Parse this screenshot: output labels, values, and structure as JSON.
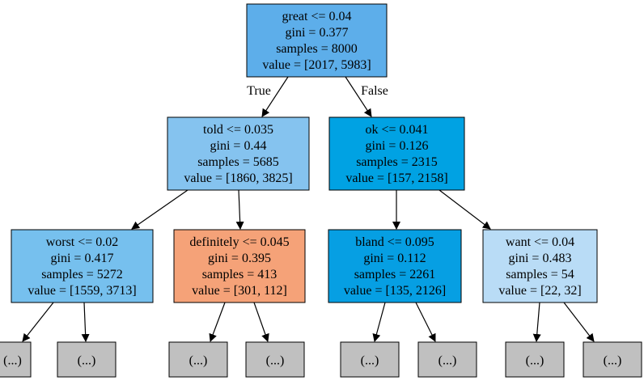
{
  "colors": {
    "stroke": "#000000",
    "leaf_fill": "#c0c0c0"
  },
  "edge_labels": {
    "true_label": "True",
    "false_label": "False"
  },
  "nodes": [
    {
      "id": "root",
      "fill": "#5daeea",
      "lines": [
        "great <= 0.04",
        "gini = 0.377",
        "samples = 8000",
        "value = [2017, 5983]"
      ]
    },
    {
      "id": "told",
      "fill": "#85c3ef",
      "lines": [
        "told <= 0.035",
        "gini = 0.44",
        "samples = 5685",
        "value = [1860, 3825]"
      ]
    },
    {
      "id": "ok",
      "fill": "#00a2e3",
      "lines": [
        "ok <= 0.041",
        "gini = 0.126",
        "samples = 2315",
        "value = [157, 2158]"
      ]
    },
    {
      "id": "worst",
      "fill": "#76c0ee",
      "lines": [
        "worst <= 0.02",
        "gini = 0.417",
        "samples = 5272",
        "value = [1559, 3713]"
      ]
    },
    {
      "id": "definitely",
      "fill": "#f5a278",
      "lines": [
        "definitely <= 0.045",
        "gini = 0.395",
        "samples = 413",
        "value = [301, 112]"
      ]
    },
    {
      "id": "bland",
      "fill": "#069fe3",
      "lines": [
        "bland <= 0.095",
        "gini = 0.112",
        "samples = 2261",
        "value = [135, 2126]"
      ]
    },
    {
      "id": "want",
      "fill": "#b9dcf6",
      "lines": [
        "want <= 0.04",
        "gini = 0.483",
        "samples = 54",
        "value = [22, 32]"
      ]
    }
  ],
  "leaves": [
    "(...)",
    "(...)",
    "(...)",
    "(...)",
    "(...)",
    "(...)",
    "(...)",
    "(...)"
  ]
}
